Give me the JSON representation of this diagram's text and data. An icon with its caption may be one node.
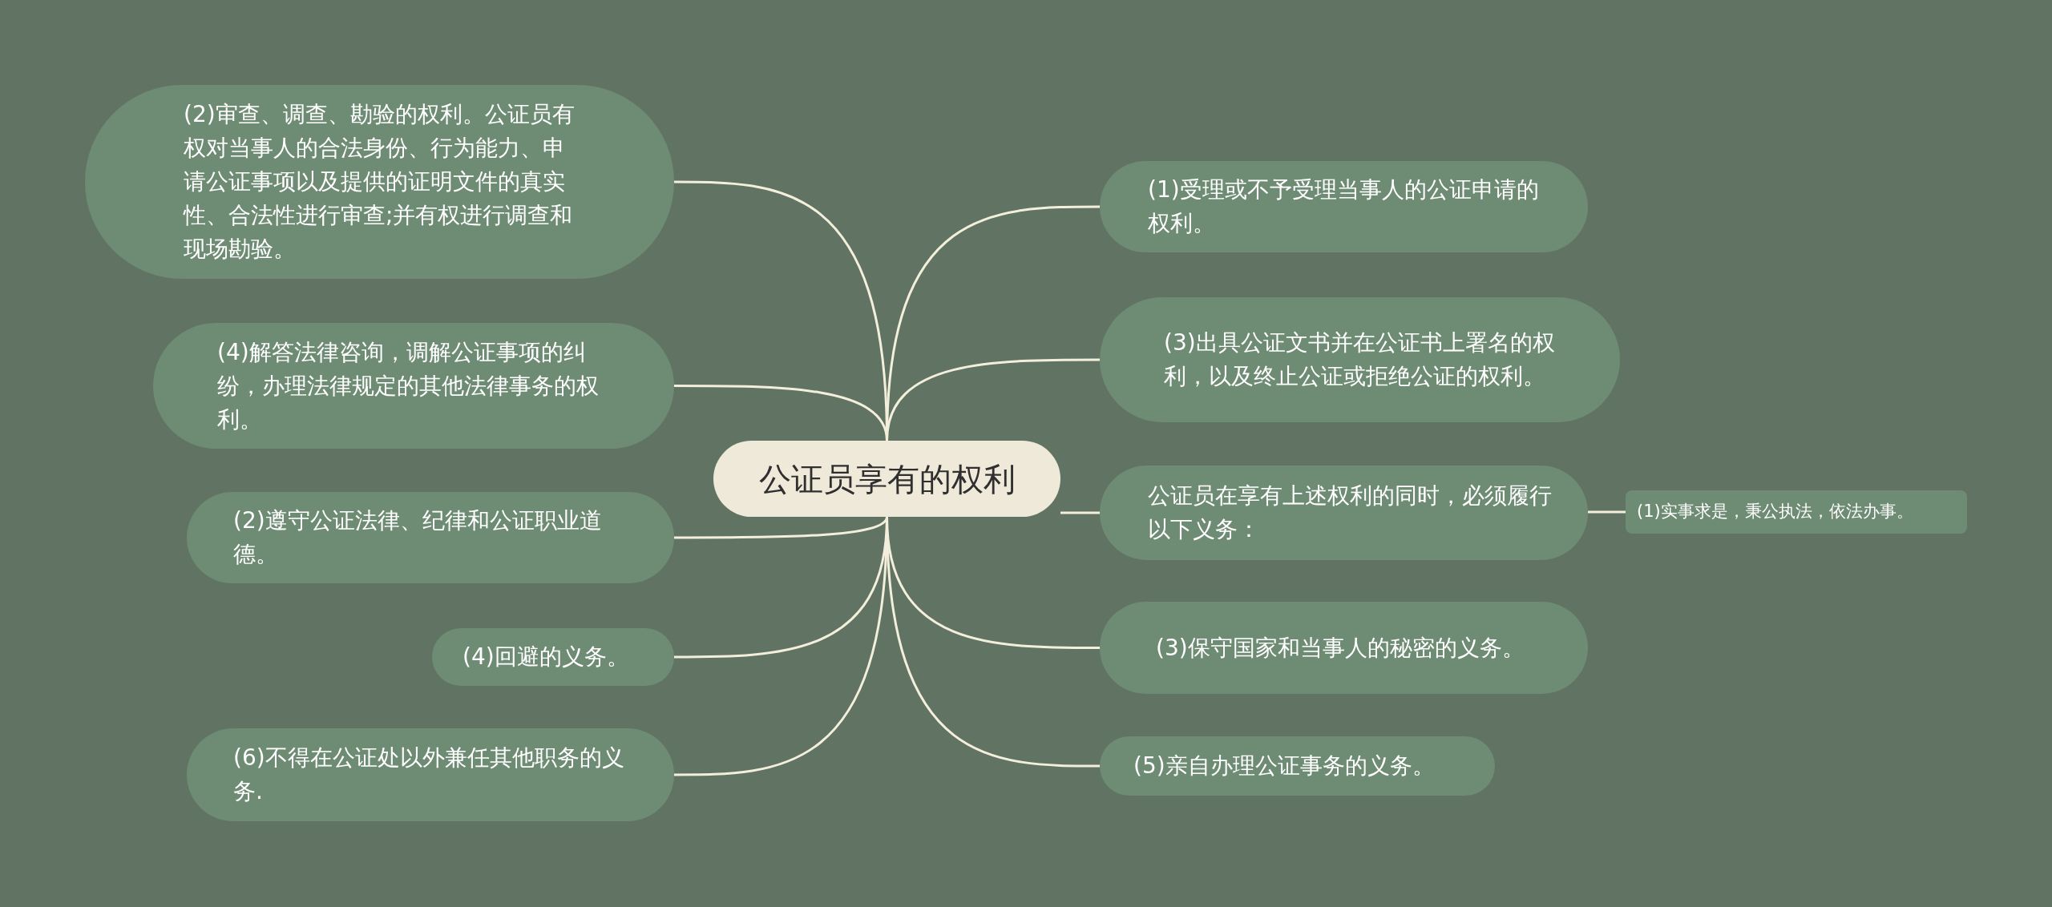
{
  "diagram": {
    "nodes": [
      {
        "text": [
          "公证员享有的权利"
        ]
      },
      {
        "text": [
          "(2)审查、调查、勘验的权利。公证员有权对当事人的合法身份、行为能力、申请公证事项以及提供的证明文件的真实性、合法性进行审查;并有权进行调查和现场勘验。"
        ]
      },
      {
        "text": [
          "(4)解答法律咨询，调解公证事项的纠纷，办理法律规定的其他法律事务的权利。"
        ]
      },
      {
        "text": [
          "(2)遵守公证法律、纪律和公证职业道德。"
        ]
      },
      {
        "text": [
          "(4)回避的义务。"
        ]
      },
      {
        "text": [
          "(6)不得在公证处以外兼任其他职务的义务."
        ]
      },
      {
        "text": [
          "(1)受理或不予受理当事人的公证申请的权利。"
        ]
      },
      {
        "text": [
          "(3)出具公证文书并在公证书上署名的权利，以及终止公证或拒绝公证的权利。"
        ]
      },
      {
        "text": [
          "公证员在享有上述权利的同时，必须履行以下义务："
        ]
      },
      {
        "text": [
          "(1)实事求是，秉公执法，依法办事。"
        ]
      },
      {
        "text": [
          "(3)保守国家和当事人的秘密的义务。"
        ]
      },
      {
        "text": [
          "(5)亲自办理公证事务的义务。"
        ]
      }
    ],
    "edges": [
      {
        "from": 0,
        "to": 1,
        "arrow": "none"
      },
      {
        "from": 0,
        "to": 2,
        "arrow": "none"
      },
      {
        "from": 0,
        "to": 3,
        "arrow": "none"
      },
      {
        "from": 0,
        "to": 4,
        "arrow": "none"
      },
      {
        "from": 0,
        "to": 5,
        "arrow": "none"
      },
      {
        "from": 0,
        "to": 6,
        "arrow": "none"
      },
      {
        "from": 0,
        "to": 7,
        "arrow": "none"
      },
      {
        "from": 0,
        "to": 8,
        "arrow": "none"
      },
      {
        "from": 8,
        "to": 9,
        "arrow": "none"
      },
      {
        "from": 0,
        "to": 10,
        "arrow": "none"
      },
      {
        "from": 0,
        "to": 11,
        "arrow": "none"
      }
    ]
  }
}
